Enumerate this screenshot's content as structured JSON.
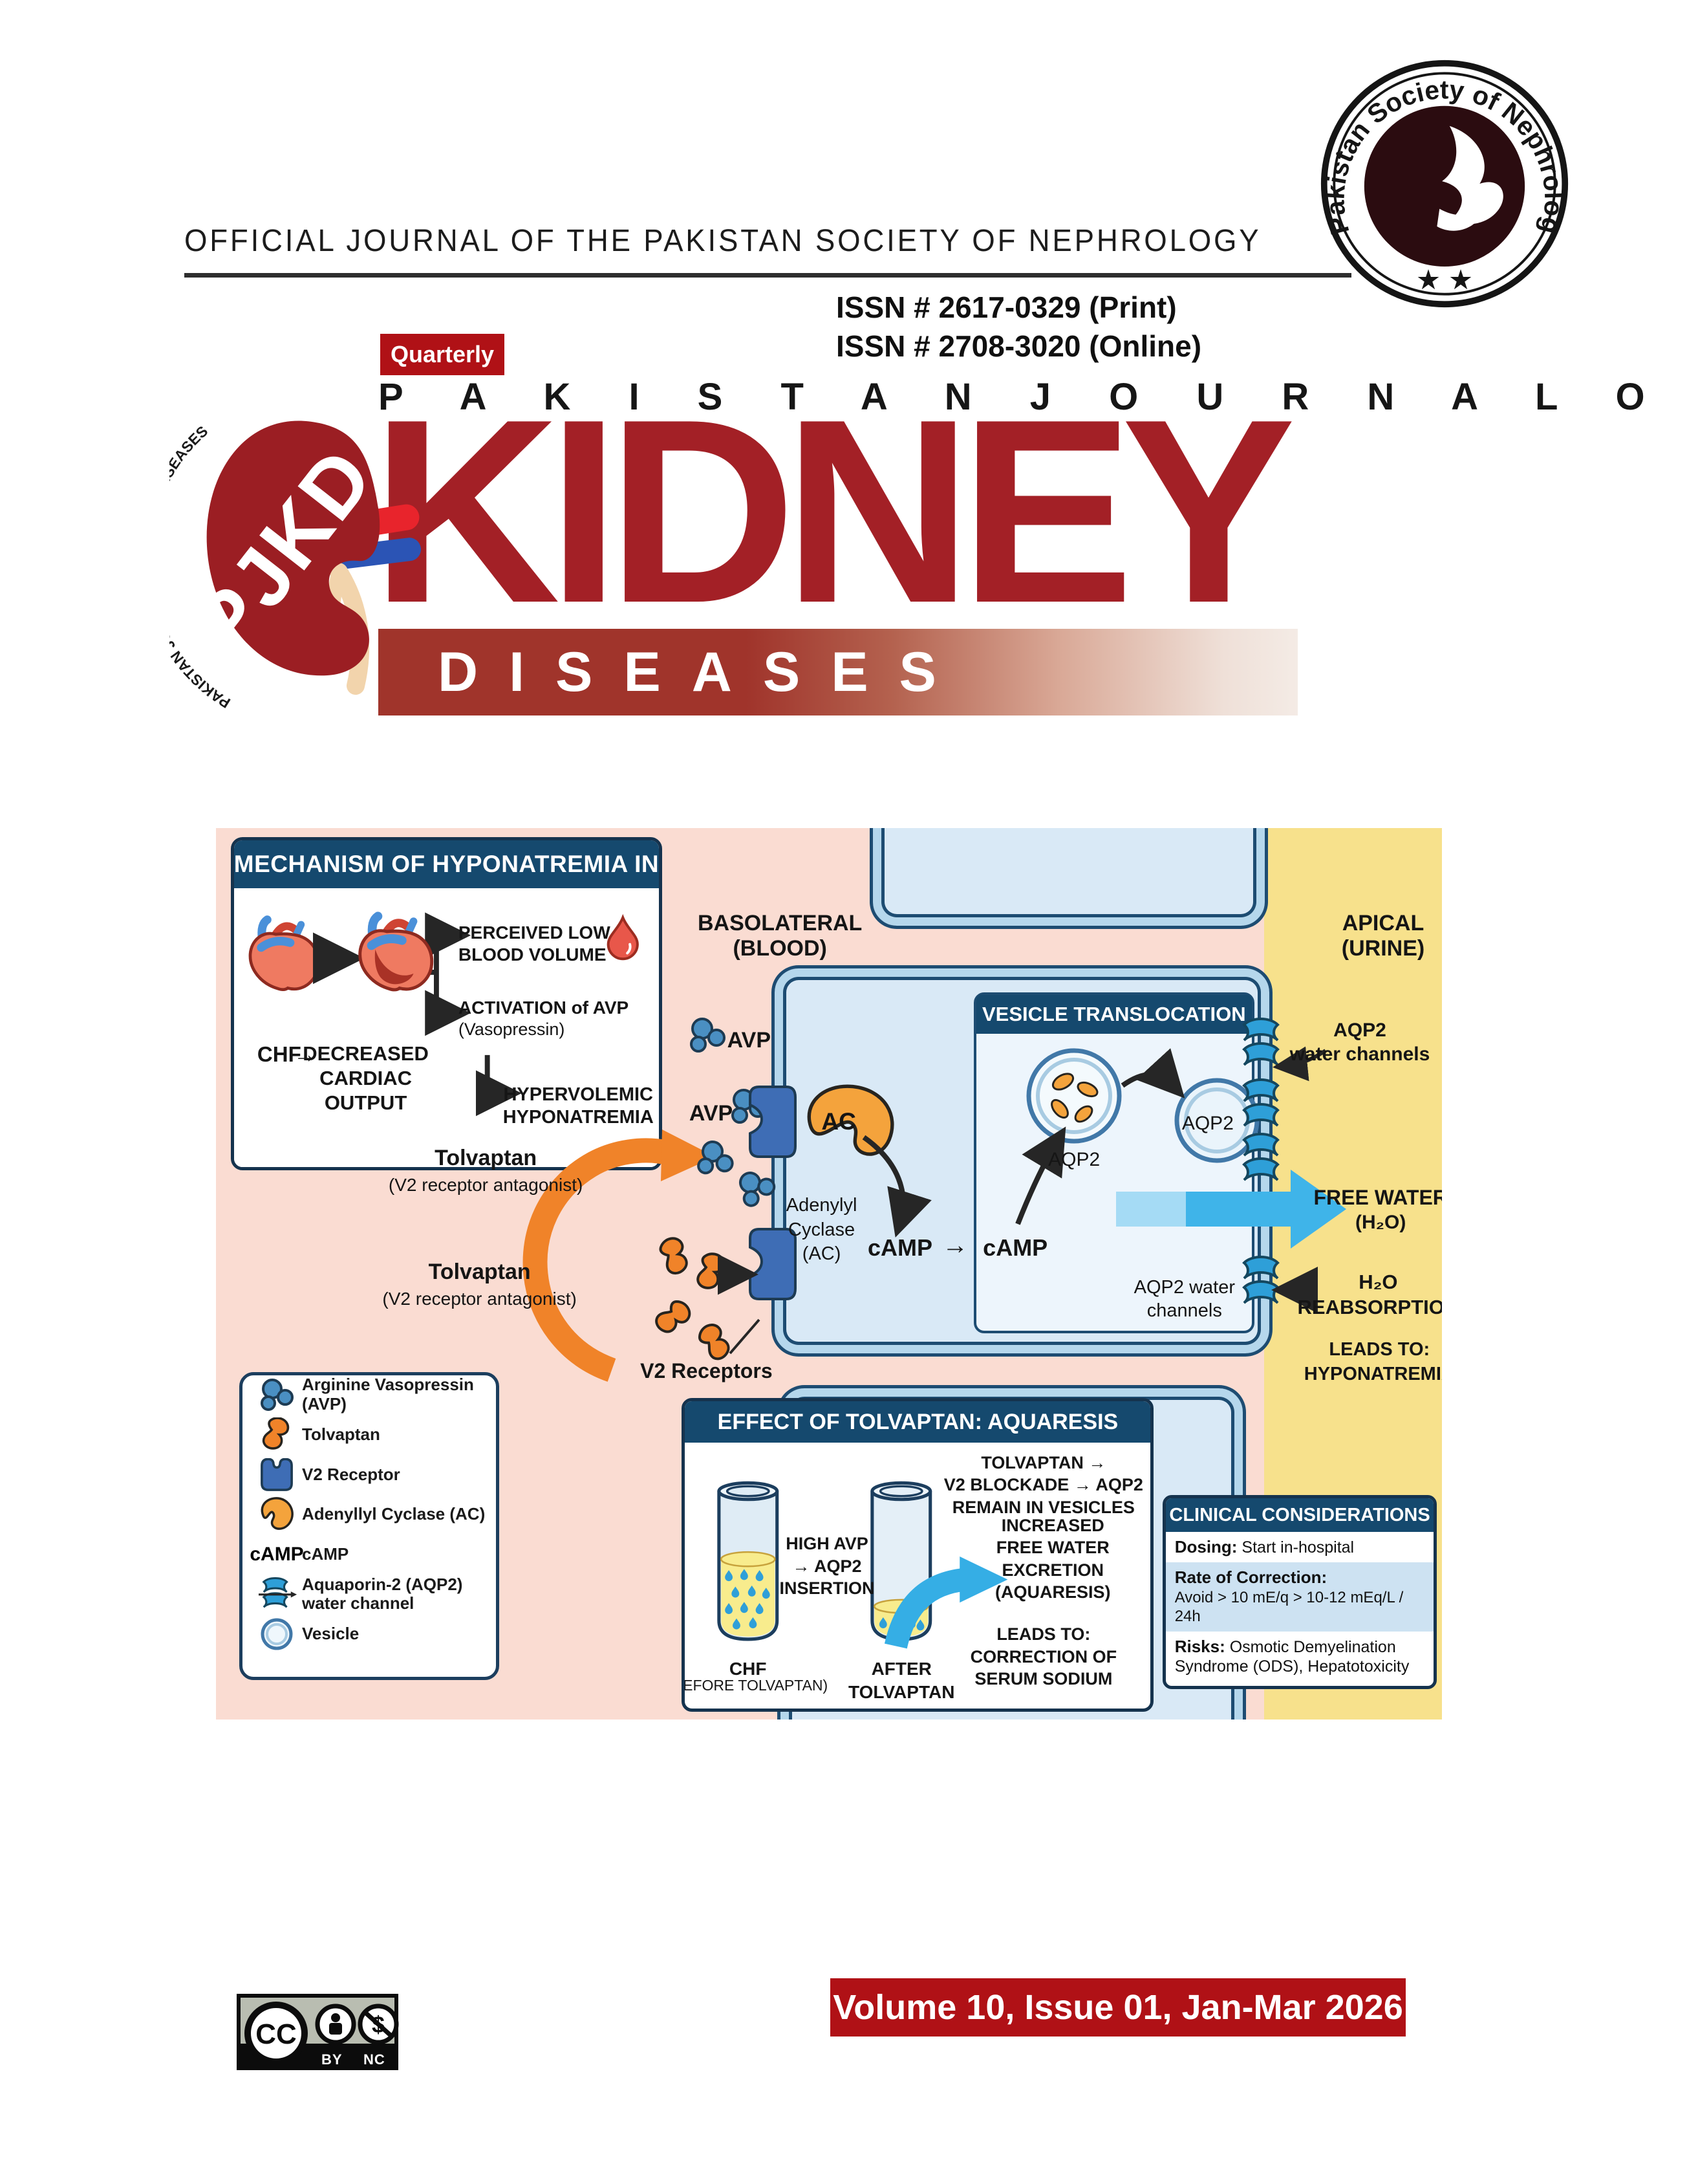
{
  "masthead": {
    "official_line": "OFFICIAL JOURNAL OF THE PAKISTAN SOCIETY OF NEPHROLOGY",
    "issn_print": "ISSN # 2617-0329 (Print)",
    "issn_online": "ISSN # 2708-3020 (Online)",
    "quarterly_badge": "Quarterly",
    "title_prefix": "P A K I S T A N   J O U R N A L   O F",
    "title_main": "KIDNEY",
    "title_sub": "DISEASES"
  },
  "society_logo": {
    "ring_text": "Pakistan Society of Nephrology",
    "stars": "★ ★"
  },
  "pjkd_logo": {
    "ring_text": "PAKISTAN JOURNAL OF KIDNEY DISEASES",
    "acronym": "PJKD"
  },
  "ui": {
    "arrow_right": "→",
    "arrow_left": "←"
  },
  "mechanism": {
    "title": "MECHANISM OF HYPONATREMIA IN CHF",
    "chf": "CHF",
    "decreased_1": "DECREASED",
    "decreased_2": "CARDIAC",
    "decreased_3": "OUTPUT",
    "perceived_1": "PERCEIVED LOW",
    "perceived_2": "BLOOD VOLUME",
    "activation_1": "ACTIVATION of AVP",
    "activation_2": "(Vasopressin)",
    "hyper_1": "HYPERVOLEMIC",
    "hyper_2": "HYPONATREMIA"
  },
  "cell_labels": {
    "basolateral_1": "BASOLATERAL",
    "basolateral_2": "(BLOOD)",
    "apical_1": "APICAL",
    "apical_2": "(URINE)",
    "avp_1": "AVP",
    "avp_2": "AVP",
    "ac": "AC",
    "adenylyl_1": "Adenylyl",
    "adenylyl_2": "Cyclase",
    "adenylyl_3": "(AC)",
    "camp_1": "cAMP",
    "camp_2": "cAMP",
    "tolvaptan1_title": "Tolvaptan",
    "tolvaptan1_sub": "(V2 receptor antagonist)",
    "tolvaptan2_title": "Tolvaptan",
    "tolvaptan2_sub": "(V2 receptor antagonist)",
    "v2_receptors": "V2 Receptors",
    "aqp2_top_1": "AQP2",
    "aqp2_top_2": "water channels",
    "aqp2_bottom_1": "AQP2 water",
    "aqp2_bottom_2": "channels",
    "free_water_1": "FREE WATER",
    "free_water_2": "(H₂O)",
    "h2o_1": "H₂O",
    "h2o_2": "REABSORPTION",
    "leads_1": "LEADS TO:",
    "leads_2": "HYPONATREMIA"
  },
  "vesicle_panel": {
    "title": "VESICLE TRANSLOCATION",
    "aqp2_label": "AQP2",
    "aqp2_in_vesicle": "AQP2"
  },
  "legend": {
    "items": [
      {
        "icon": "avp-molecule-icon",
        "label": "Arginine Vasopressin (AVP)"
      },
      {
        "icon": "tolvaptan-icon",
        "label": "Tolvaptan"
      },
      {
        "icon": "v2-receptor-icon",
        "label": "V2 Receptor"
      },
      {
        "icon": "adenylyl-cyclase-icon",
        "label": "Adenyllyl Cyclase (AC)"
      },
      {
        "icon": "camp-text-icon",
        "label": "cAMP",
        "icon_text": "cAMP"
      },
      {
        "icon": "aqp2-channel-icon",
        "label": "Aquaporin-2 (AQP2)",
        "label2": "water channel"
      },
      {
        "icon": "vesicle-icon",
        "label": "Vesicle"
      }
    ]
  },
  "effect_panel": {
    "title": "EFFECT OF TOLVAPTAN: AQUARESIS",
    "high_avp_1": "HIGH AVP",
    "high_avp_2": "→ AQP2",
    "high_avp_3": "INSERTION",
    "chf": "CHF",
    "chf_sub": "(BEFORE TOLVAPTAN)",
    "after_1": "AFTER",
    "after_2": "TOLVAPTAN",
    "tol_1": "TOLVAPTAN →",
    "tol_2": "V2 BLOCKADE → AQP2",
    "tol_3": "REMAIN IN VESICLES",
    "inc_1": "INCREASED",
    "inc_2": "FREE WATER",
    "inc_3": "EXCRETION",
    "inc_4": "(AQUARESIS)",
    "leads_1": "LEADS TO:",
    "leads_2": "CORRECTION OF",
    "leads_3": "SERUM SODIUM"
  },
  "clinical_panel": {
    "title": "CLINICAL CONSIDERATIONS",
    "dosing_label": "Dosing:",
    "dosing_text": " Start in-hospital",
    "rate_label": "Rate of Correction:",
    "rate_text": "Avoid > 10 mE/q > 10-12 mEq/L / 24h",
    "risks_label": "Risks:",
    "risks_text": " Osmotic Demyelination Syndrome (ODS), Hepatotoxicity"
  },
  "footer": {
    "cc_label": "CC",
    "by_label": "BY",
    "nc_label": "NC",
    "volume_banner": "Volume 10, Issue 01, Jan-Mar 2026"
  },
  "colors": {
    "brand_red": "#a32026",
    "banner_red": "#b01116",
    "navy": "#15496e",
    "pink_bg": "#fadcd2",
    "yellow_bg": "#f7e18c",
    "cell_fill": "#d9e9f6",
    "orange": "#f08329",
    "molecule_blue": "#4a8fc2",
    "receptor_blue": "#3e6db5",
    "channel_blue": "#2e9fd8",
    "water_arrow_blue": "#3fb4e9"
  }
}
